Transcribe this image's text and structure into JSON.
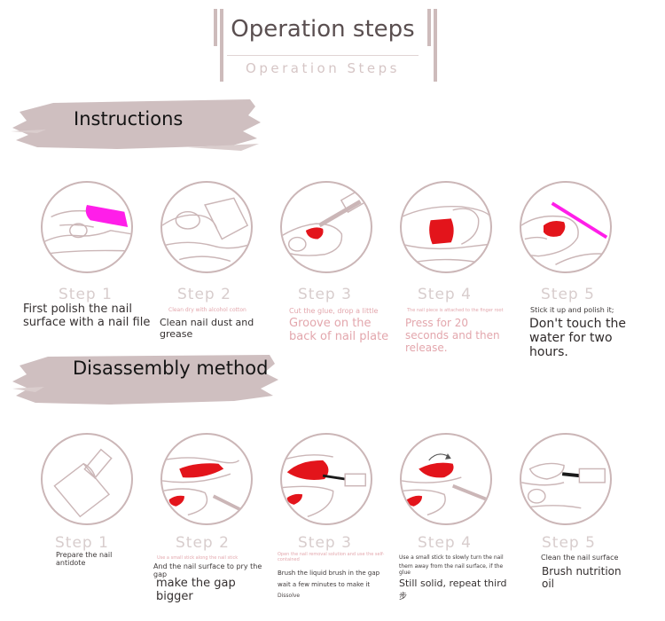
{
  "header": {
    "title": "Operation steps",
    "subtitle": "Operation Steps"
  },
  "instructions": {
    "label": "Instructions",
    "steps": [
      {
        "label": "Step 1",
        "lines": [
          "First polish the nail",
          "surface with a nail file"
        ]
      },
      {
        "label": "Step 2",
        "small": "Clean dry with alcohol cotton",
        "lines": [
          "Clean nail dust and",
          "grease"
        ]
      },
      {
        "label": "Step 3",
        "small": "Cut the glue, drop a little",
        "lines": [
          "Groove on the",
          "back of nail plate"
        ]
      },
      {
        "label": "Step 4",
        "small": "The nail piece is attached to the finger root",
        "lines": [
          "Press for 20",
          "seconds and then",
          "release."
        ]
      },
      {
        "label": "Step 5",
        "small": "Stick it up and polish it;",
        "lines": [
          "Don't touch the",
          "water for two",
          "hours."
        ]
      }
    ]
  },
  "disassembly": {
    "label": "Disassembly method",
    "steps": [
      {
        "label": "Step 1",
        "lines": [
          "Prepare the nail",
          "antidote"
        ]
      },
      {
        "label": "Step 2",
        "small": "Use a small stick along the nail stick",
        "lines": [
          "And the nail surface to pry the",
          "gap"
        ],
        "big": [
          "make the gap",
          "bigger"
        ]
      },
      {
        "label": "Step 3",
        "small": "Open the nail removal solution and use the self-contained",
        "lines": [
          "Brush the liquid brush in the gap",
          "wait a few minutes to make it"
        ],
        "tiny": "Dissolve"
      },
      {
        "label": "Step 4",
        "small": "Use a small stick to slowly turn the nail",
        "lines": [
          "them away from the nail surface, if the",
          "glue"
        ],
        "big": [
          "Still solid, repeat third"
        ],
        "tiny": "步"
      },
      {
        "label": "Step 5",
        "small": "Clean the nail surface",
        "big": [
          "Brush nutrition",
          "oil"
        ]
      }
    ]
  },
  "colors": {
    "accent_red": "#e3141b",
    "accent_magenta": "#ff1ee9",
    "outline": "#cbb6b7",
    "brush": "#cfbfc0"
  }
}
